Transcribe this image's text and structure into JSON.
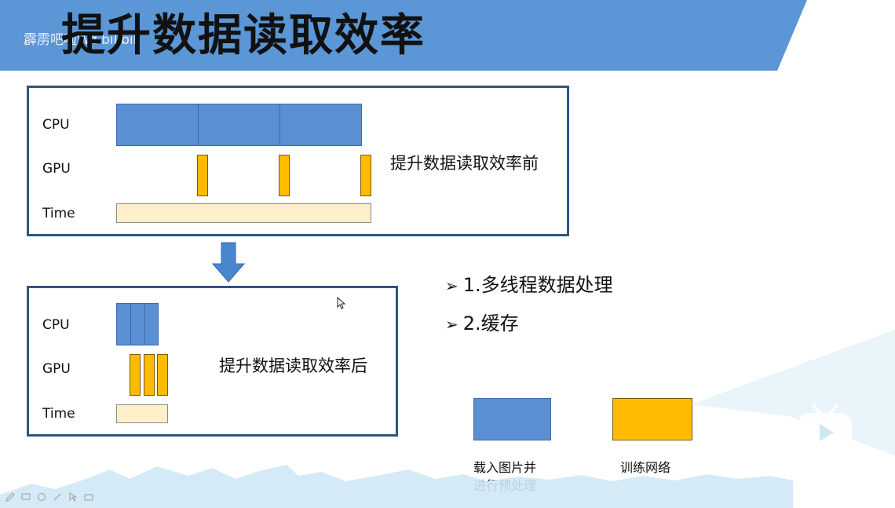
{
  "slide": {
    "title": "提升数据读取效率",
    "watermark": "霹雳吧啦Wz bilibili"
  },
  "before_panel": {
    "row_labels": [
      "CPU",
      "GPU",
      "Time"
    ],
    "caption": "提升数据读取效率前"
  },
  "after_panel": {
    "row_labels": [
      "CPU",
      "GPU",
      "Time"
    ],
    "caption": "提升数据读取效率后"
  },
  "bullets": [
    {
      "mark": "➢",
      "text": "1.多线程数据处理"
    },
    {
      "mark": "➢",
      "text": "2.缓存"
    }
  ],
  "legend": {
    "cpu": {
      "line1": "载入图片并",
      "line2": "进行预处理",
      "color": "#5b8fd4"
    },
    "gpu": {
      "label": "训练网络",
      "color": "#ffbb00"
    }
  },
  "colors": {
    "banner": "#5b96d6",
    "panel_border": "#2f5582",
    "cpu": "#5b8fd4",
    "gpu": "#ffbb00",
    "time": "#fdefc9",
    "arrow": "#4a86d0"
  },
  "icons": [
    "down-arrow-icon",
    "cursor-icon",
    "bilibili-tv-icon",
    "pen-icon",
    "comment-icon",
    "eraser-icon",
    "pointer-icon",
    "camera-icon"
  ]
}
